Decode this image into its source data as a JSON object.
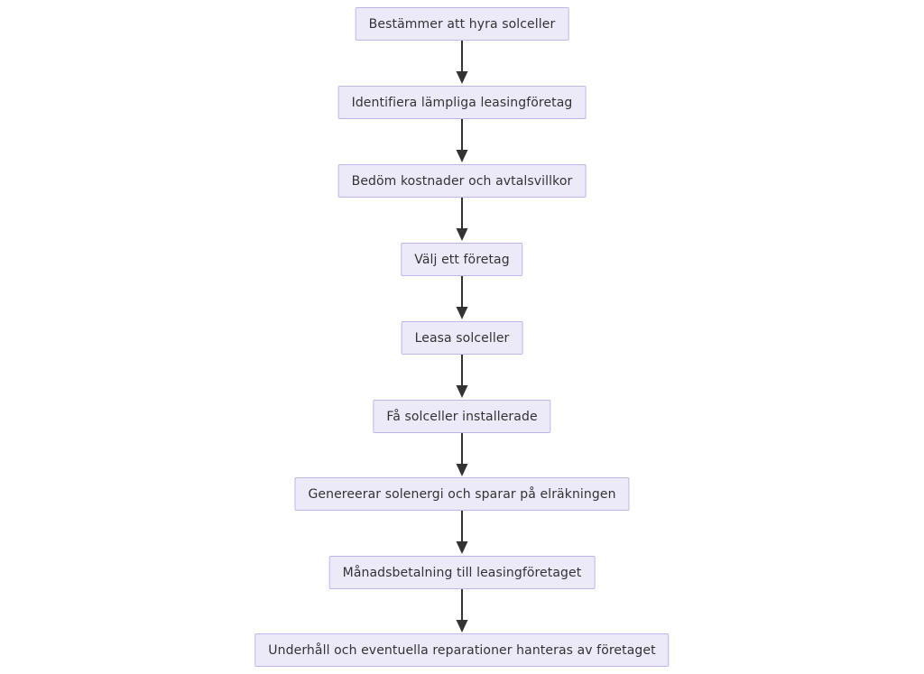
{
  "diagram": {
    "type": "flowchart",
    "direction": "top-to-bottom",
    "background_color": "#ffffff",
    "node_fill_color": "#eceaf8",
    "node_border_color": "#c3b4e8",
    "node_text_color": "#333333",
    "connector_color": "#333333",
    "nodes": [
      {
        "id": "n1",
        "label": "Bestämmer att hyra solceller"
      },
      {
        "id": "n2",
        "label": "Identifiera lämpliga leasingföretag"
      },
      {
        "id": "n3",
        "label": "Bedöm kostnader och avtalsvillkor"
      },
      {
        "id": "n4",
        "label": "Välj ett företag"
      },
      {
        "id": "n5",
        "label": "Leasa solceller"
      },
      {
        "id": "n6",
        "label": "Få solceller installerade"
      },
      {
        "id": "n7",
        "label": "Genereerar solenergi och sparar på elräkningen"
      },
      {
        "id": "n8",
        "label": "Månadsbetalning till leasingföretaget"
      },
      {
        "id": "n9",
        "label": "Underhåll och eventuella reparationer hanteras av företaget"
      }
    ],
    "edges": [
      {
        "from": "n1",
        "to": "n2",
        "arrow": "arrow-down-icon"
      },
      {
        "from": "n2",
        "to": "n3",
        "arrow": "arrow-down-icon"
      },
      {
        "from": "n3",
        "to": "n4",
        "arrow": "arrow-down-icon"
      },
      {
        "from": "n4",
        "to": "n5",
        "arrow": "arrow-down-icon"
      },
      {
        "from": "n5",
        "to": "n6",
        "arrow": "arrow-down-icon"
      },
      {
        "from": "n6",
        "to": "n7",
        "arrow": "arrow-down-icon"
      },
      {
        "from": "n7",
        "to": "n8",
        "arrow": "arrow-down-icon"
      },
      {
        "from": "n8",
        "to": "n9",
        "arrow": "arrow-down-icon"
      }
    ]
  }
}
